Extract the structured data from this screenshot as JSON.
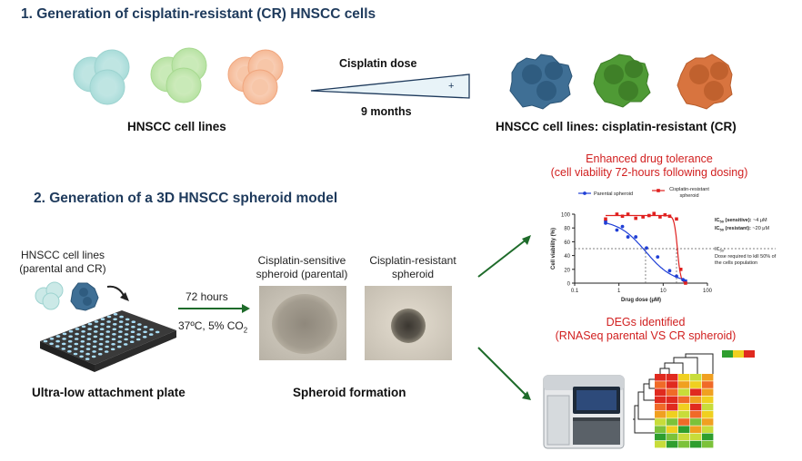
{
  "section1": {
    "title": "1. Generation of cisplatin-resistant (CR) HNSCC cells",
    "left_label": "HNSCC cell lines",
    "right_label": "HNSCC cell lines: cisplatin-resistant (CR)",
    "dose_label": "Cisplatin dose",
    "dose_plus": "+",
    "duration_label": "9 months"
  },
  "section2": {
    "title": "2. Generation of a 3D HNSCC spheroid model",
    "cell_lines_label_1": "HNSCC cell lines",
    "cell_lines_label_2": "(parental and CR)",
    "plate_label": "Ultra-low attachment plate",
    "incubation_time": "72 hours",
    "incubation_cond_main": "37ºC, 5% CO",
    "incubation_cond_sub": "2",
    "sensitive_label_1": "Cisplatin-sensitive",
    "sensitive_label_2": "spheroid (parental)",
    "resistant_label_1": "Cisplatin-resistant",
    "resistant_label_2": "spheroid",
    "formation_label": "Spheroid formation"
  },
  "drug_panel": {
    "title_1": "Enhanced drug tolerance",
    "title_2": "(cell viability 72-hours following dosing)"
  },
  "deg_panel": {
    "title_1": "DEGs identified",
    "title_2": "(RNASeq parental VS CR spheroid)"
  },
  "colors": {
    "title_blue": "#1e3a5c",
    "accent_red": "#d11f1f",
    "arrow_green": "#1e6b2a",
    "parental_series": "#1f3fd6",
    "resistant_series": "#e0201f"
  },
  "chart_data": {
    "type": "scatter",
    "xlabel": "Drug dose (μM)",
    "ylabel": "Cell viability (%)",
    "xscale": "log",
    "xlim": [
      0.1,
      100
    ],
    "ylim": [
      0,
      100
    ],
    "x_ticks": [
      "0.1",
      "1",
      "10",
      "100"
    ],
    "y_ticks": [
      "0",
      "20",
      "40",
      "60",
      "80",
      "100"
    ],
    "reference_line_y": 50,
    "legend_placement": "top",
    "series": [
      {
        "name": "Parental spheroid",
        "color": "#1f3fd6",
        "x": [
          0.5,
          0.5,
          0.9,
          1.2,
          1.6,
          2.4,
          4.2,
          7.5,
          14,
          20,
          28,
          32
        ],
        "y": [
          87,
          90,
          77,
          82,
          67,
          67,
          51,
          38,
          18,
          10,
          5,
          2
        ]
      },
      {
        "name": "Cisplatin-resistant spheroid",
        "color": "#e0201f",
        "x": [
          0.5,
          0.9,
          1.2,
          1.6,
          2.4,
          3.5,
          4.8,
          6.2,
          8.5,
          11,
          14,
          20,
          25,
          32
        ],
        "y": [
          93,
          100,
          97,
          100,
          94,
          96,
          98,
          101,
          96,
          99,
          97,
          93,
          20,
          0
        ]
      }
    ],
    "annotations": {
      "ic50_sensitive_label": "IC",
      "ic50_sub": "50",
      "ic50_sensitive_text": " (sensitive):",
      "ic50_sensitive_value": " ~4 μM",
      "ic50_resistant_text": " (resistant):",
      "ic50_resistant_value": " ~20 μM",
      "ic50_def_label": "IC",
      "ic50_def_suffix": ":",
      "ic50_def_line1": "Dose required to kill 50% of",
      "ic50_def_line2": "the cells population",
      "legend_resistant_line1": "Cisplatin-resistant",
      "legend_resistant_line2": "spheroid"
    }
  }
}
